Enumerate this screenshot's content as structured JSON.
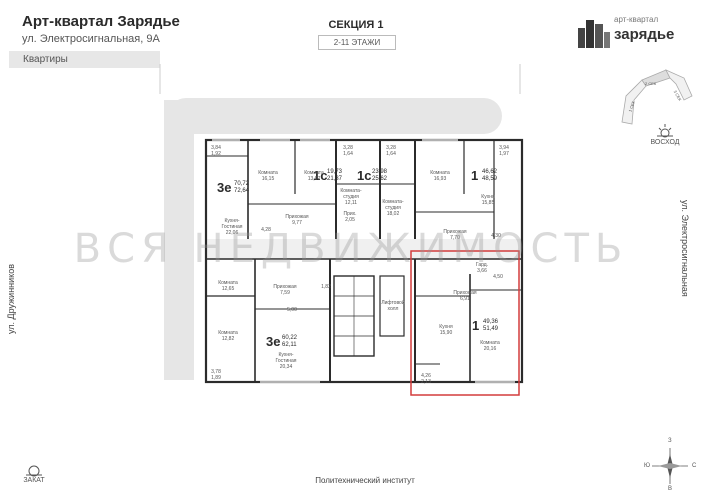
{
  "header": {
    "title": "Арт-квартал Зарядье",
    "address": "ул. Электросигнальная, 9А",
    "tab": "Квартиры"
  },
  "section": {
    "title": "СЕКЦИЯ 1",
    "floors": "2-11 ЭТАЖИ"
  },
  "logo": {
    "small": "арт-квартал",
    "big": "зарядье"
  },
  "watermark": "ВСЯ НЕДВИЖИМОСТЬ",
  "streets": {
    "left": "ул. Дружинников",
    "right": "ул. Электросигнальная",
    "bottom": "Политехнический институт"
  },
  "orientation": {
    "east": "ВОСХОД",
    "west": "ЗАКАТ",
    "compass": {
      "n": "З",
      "s": "В",
      "w": "Ю",
      "e": "С"
    }
  },
  "keymap": {
    "sec1": "1 СЕК",
    "sec2": "2 СЕК",
    "sec3": "3 СЕК"
  },
  "apartments": [
    {
      "id": "a1",
      "type": "3е",
      "area1": "70,72",
      "area2": "72,64"
    },
    {
      "id": "a2",
      "type": "1с",
      "area1": "19,73",
      "area2": "21,37"
    },
    {
      "id": "a3",
      "type": "1с",
      "area1": "23,98",
      "area2": "25,62"
    },
    {
      "id": "a4",
      "type": "1",
      "area1": "46,62",
      "area2": "48,59"
    },
    {
      "id": "a5",
      "type": "3е",
      "area1": "60,22",
      "area2": "62,11"
    },
    {
      "id": "a6",
      "type": "1",
      "area1": "49,36",
      "area2": "51,49"
    }
  ],
  "rooms": [
    {
      "id": "r1",
      "text": "3,84\n1,92"
    },
    {
      "id": "r2",
      "text": "Комната\n16,15"
    },
    {
      "id": "r3",
      "text": "Комната\n13,67"
    },
    {
      "id": "r4",
      "text": "Кухня-\nГостиная\n22,06"
    },
    {
      "id": "r5",
      "text": "Прихожая\n9,77"
    },
    {
      "id": "r6",
      "text": "4,28"
    },
    {
      "id": "r7",
      "text": "3,28\n1,64"
    },
    {
      "id": "r8",
      "text": "Комната-\nстудия\n12,11"
    },
    {
      "id": "r9",
      "text": "Прих.\n2,05"
    },
    {
      "id": "r10",
      "text": "3,28\n1,64"
    },
    {
      "id": "r11",
      "text": "Комната-\nстудия\n18,02"
    },
    {
      "id": "r12",
      "text": "Комната\n16,93"
    },
    {
      "id": "r13",
      "text": "3,94\n1,97"
    },
    {
      "id": "r14",
      "text": "Кухня\n15,85"
    },
    {
      "id": "r15",
      "text": "Прихожая\n7,70"
    },
    {
      "id": "r16",
      "text": "4,30"
    },
    {
      "id": "r17",
      "text": "Комната\n12,65"
    },
    {
      "id": "r18",
      "text": "Прихожая\n7,59"
    },
    {
      "id": "r19",
      "text": "1,82"
    },
    {
      "id": "r20",
      "text": "5,00"
    },
    {
      "id": "r21",
      "text": "Комната\n12,82"
    },
    {
      "id": "r22",
      "text": "Кухня-\nГостиная\n20,34"
    },
    {
      "id": "r23",
      "text": "3,78\n1,89"
    },
    {
      "id": "r24",
      "text": "Лифтовой\nхолл"
    },
    {
      "id": "r25",
      "text": "Прихожая\n6,91"
    },
    {
      "id": "r26",
      "text": "4,50"
    },
    {
      "id": "r27",
      "text": "Кухня\n15,90"
    },
    {
      "id": "r28",
      "text": "Комната\n20,16"
    },
    {
      "id": "r29",
      "text": "4,26\n2,13"
    },
    {
      "id": "r30",
      "text": "Гард.\n3,66"
    }
  ],
  "colors": {
    "highlight": "#d33c3c",
    "wall": "#2b2b2b",
    "corridor": "#e6e6e6"
  }
}
